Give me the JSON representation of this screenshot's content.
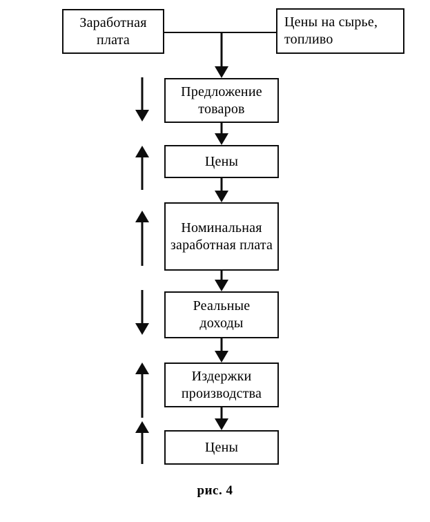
{
  "figure": {
    "caption": "рис. 4",
    "line_color": "#0d0d0d",
    "background": "#ffffff"
  },
  "nodes": {
    "wages": {
      "label": "Заработная плата"
    },
    "raw_prices": {
      "label": "Цены на сырье, топливо"
    },
    "supply": {
      "label": "Предложение товаров"
    },
    "prices_1": {
      "label": "Цены"
    },
    "nominal_wage": {
      "label": "Номинальная заработная плата"
    },
    "real_income": {
      "label": "Реальные доходы"
    },
    "production_cost": {
      "label": "Издержки производства"
    },
    "prices_2": {
      "label": "Цены"
    }
  },
  "connectors": [
    {
      "name": "wages-to-junction",
      "type": "horizontal"
    },
    {
      "name": "raw-prices-to-junction",
      "type": "horizontal"
    },
    {
      "name": "junction-to-supply",
      "type": "arrow-down"
    },
    {
      "name": "supply-to-prices-1",
      "type": "arrow-down"
    },
    {
      "name": "prices-1-to-nominal-wage",
      "type": "arrow-down"
    },
    {
      "name": "nominal-wage-to-real-income",
      "type": "arrow-down"
    },
    {
      "name": "real-income-to-production-cost",
      "type": "arrow-down"
    },
    {
      "name": "production-cost-to-prices-2",
      "type": "arrow-down"
    }
  ],
  "feedback_arrows": [
    {
      "name": "feedback-down-supply",
      "direction": "down"
    },
    {
      "name": "feedback-up-prices-1",
      "direction": "up"
    },
    {
      "name": "feedback-up-nominal-wage",
      "direction": "up"
    },
    {
      "name": "feedback-down-real-income",
      "direction": "down"
    },
    {
      "name": "feedback-up-production-cost",
      "direction": "up"
    },
    {
      "name": "feedback-up-prices-2",
      "direction": "up"
    }
  ]
}
